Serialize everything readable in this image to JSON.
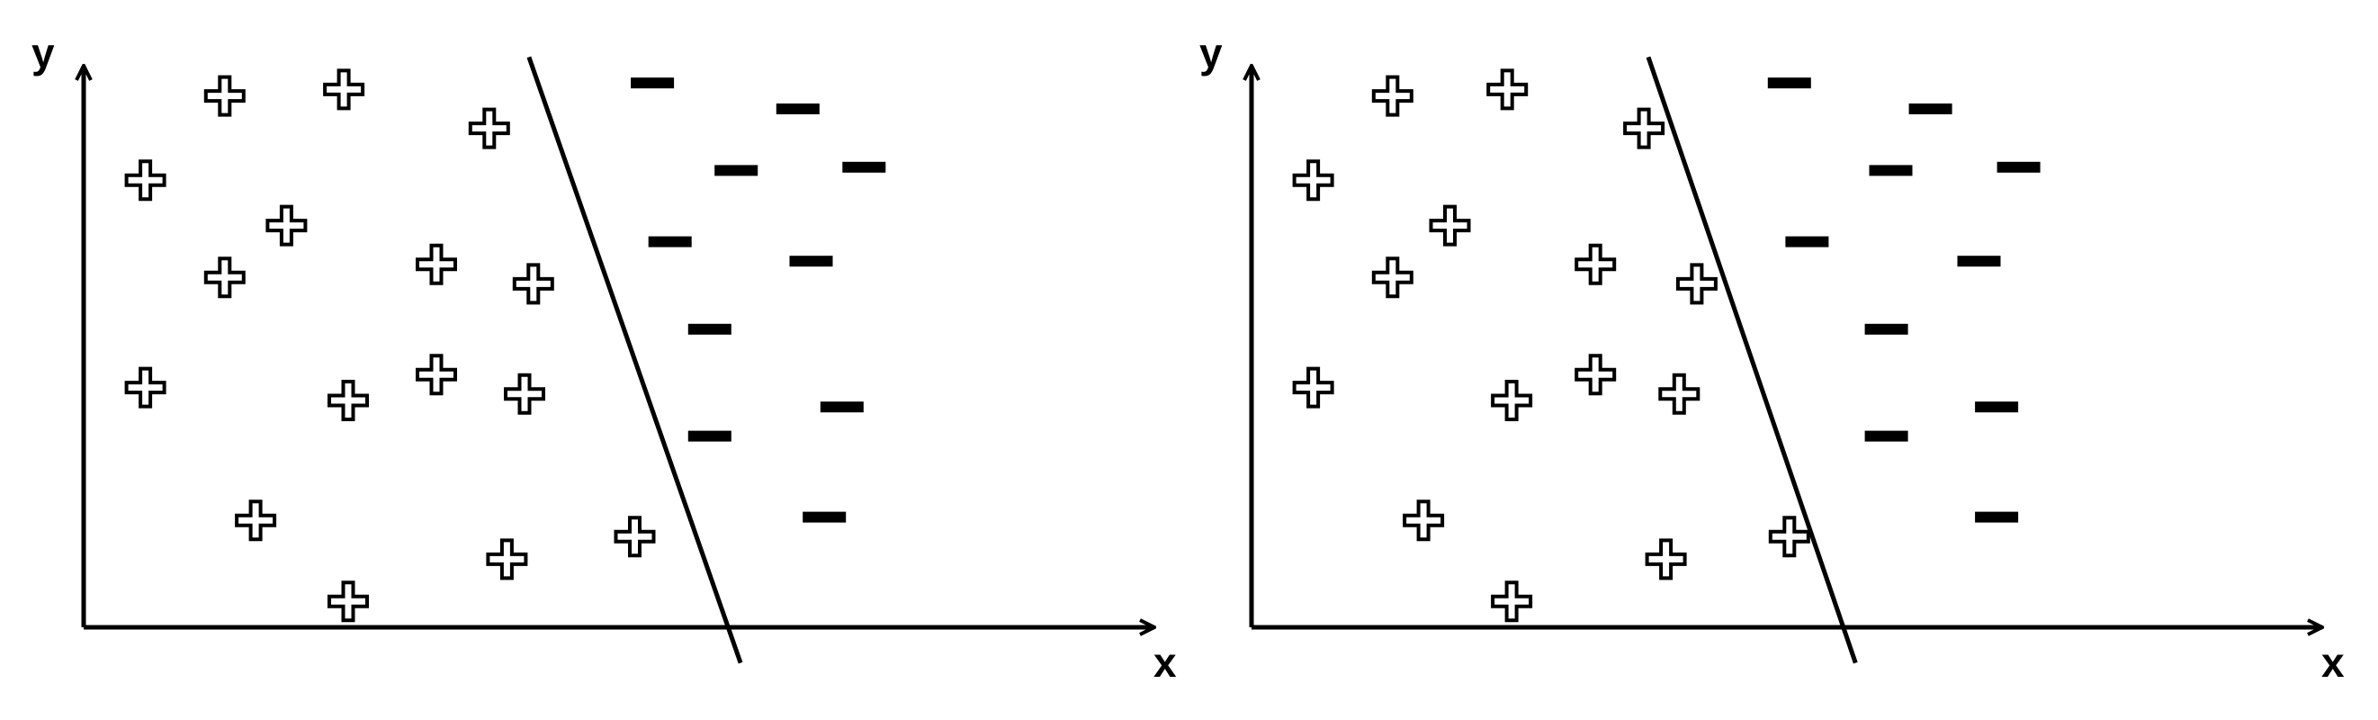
{
  "panels": [
    {
      "x_label": "x",
      "y_label": "y",
      "line": [
        [
          5.05,
          8.8
        ],
        [
          7.45,
          -0.55
        ]
      ],
      "plus_points": [
        [
          0.7,
          6.9
        ],
        [
          1.6,
          8.2
        ],
        [
          2.95,
          8.3
        ],
        [
          4.6,
          7.7
        ],
        [
          2.3,
          6.2
        ],
        [
          1.6,
          5.4
        ],
        [
          4.0,
          5.6
        ],
        [
          5.1,
          5.3
        ],
        [
          0.7,
          3.7
        ],
        [
          3.0,
          3.5
        ],
        [
          4.0,
          3.9
        ],
        [
          5.0,
          3.6
        ],
        [
          1.95,
          1.65
        ],
        [
          4.8,
          1.05
        ],
        [
          6.25,
          1.4
        ],
        [
          3.0,
          0.4
        ]
      ],
      "minus_points": [
        [
          6.45,
          8.4
        ],
        [
          8.1,
          8.0
        ],
        [
          7.4,
          7.05
        ],
        [
          8.85,
          7.1
        ],
        [
          6.65,
          5.95
        ],
        [
          8.25,
          5.65
        ],
        [
          7.1,
          4.6
        ],
        [
          8.6,
          3.4
        ],
        [
          7.1,
          2.95
        ],
        [
          8.4,
          1.7
        ]
      ]
    },
    {
      "x_label": "x",
      "y_label": "y",
      "line": [
        [
          4.5,
          8.8
        ],
        [
          6.85,
          -0.55
        ]
      ],
      "plus_points": [
        [
          0.7,
          6.9
        ],
        [
          1.6,
          8.2
        ],
        [
          2.9,
          8.3
        ],
        [
          4.45,
          7.7
        ],
        [
          2.25,
          6.2
        ],
        [
          1.6,
          5.4
        ],
        [
          3.9,
          5.6
        ],
        [
          5.05,
          5.3
        ],
        [
          0.7,
          3.7
        ],
        [
          2.95,
          3.5
        ],
        [
          3.9,
          3.9
        ],
        [
          4.85,
          3.6
        ],
        [
          1.95,
          1.65
        ],
        [
          4.7,
          1.05
        ],
        [
          6.1,
          1.4
        ],
        [
          2.95,
          0.4
        ]
      ],
      "minus_points": [
        [
          6.1,
          8.4
        ],
        [
          7.7,
          8.0
        ],
        [
          7.25,
          7.05
        ],
        [
          8.7,
          7.1
        ],
        [
          6.3,
          5.95
        ],
        [
          8.25,
          5.65
        ],
        [
          7.2,
          4.6
        ],
        [
          8.45,
          3.4
        ],
        [
          7.2,
          2.95
        ],
        [
          8.45,
          1.7
        ]
      ]
    }
  ]
}
